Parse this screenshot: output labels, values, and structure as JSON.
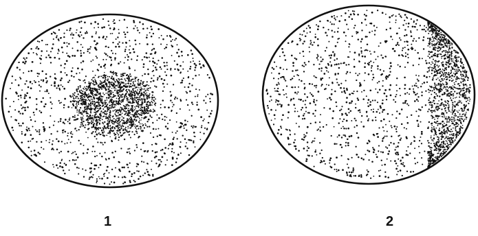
{
  "figures": [
    {
      "label": "1",
      "dense_region": "center"
    },
    {
      "label": "2",
      "dense_region": "right-edge"
    }
  ],
  "colors": {
    "ink": "#111111",
    "background": "#ffffff"
  }
}
